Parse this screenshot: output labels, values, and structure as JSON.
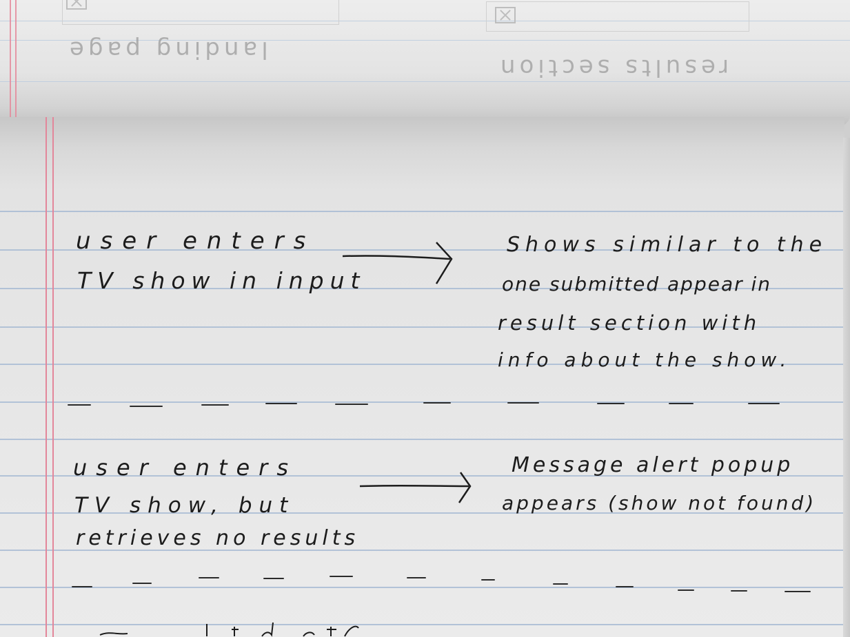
{
  "back_page": {
    "mirrored_text_left": "landing page",
    "mirrored_text_right": "results section"
  },
  "notes": {
    "row1": {
      "input_line1": "user enters",
      "input_line2": "TV show in input",
      "output_line1": "Shows similar to the",
      "output_line2": "one submitted appear in",
      "output_line3": "result section with",
      "output_line4": "info about the show."
    },
    "row2": {
      "input_line1": "user enters",
      "input_line2": "TV show, but",
      "input_line3": "retrieves no results",
      "output_line1": "Message alert popup",
      "output_line2": "appears (show not found)"
    }
  },
  "colors": {
    "paper": "#ebebeb",
    "rule": "#a8bbd4",
    "margin": "#e3869a",
    "ink": "#1c1c1c"
  }
}
